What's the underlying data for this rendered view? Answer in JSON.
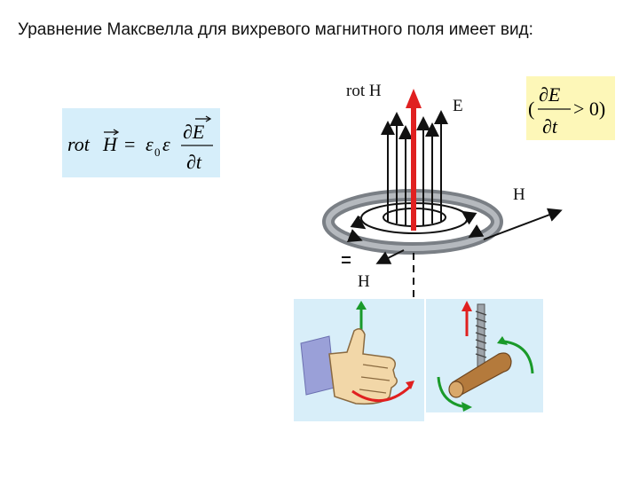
{
  "title": "Уравнение Максвелла для вихревого магнитного поля имеет вид:",
  "formula": {
    "lhs_rot": "rot",
    "lhs_H": "H",
    "equals": "=",
    "eps0": "ε",
    "eps0_sub": "0",
    "eps": "ε",
    "numerator": "∂E",
    "denominator": "∂t"
  },
  "condition": {
    "open_paren": "(",
    "numerator": "∂E",
    "denominator": "∂t",
    "relation": "> 0)"
  },
  "labels": {
    "rot_h": "rot H",
    "e": "E",
    "h_right": "H",
    "h_bottom": "H"
  },
  "colors": {
    "formula_bg": "#d6eefa",
    "condition_bg": "#fdf7b8",
    "rot_arrow": "#e02020",
    "green_arrow": "#1a9a2a",
    "panel_bg": "#d8eef9"
  }
}
